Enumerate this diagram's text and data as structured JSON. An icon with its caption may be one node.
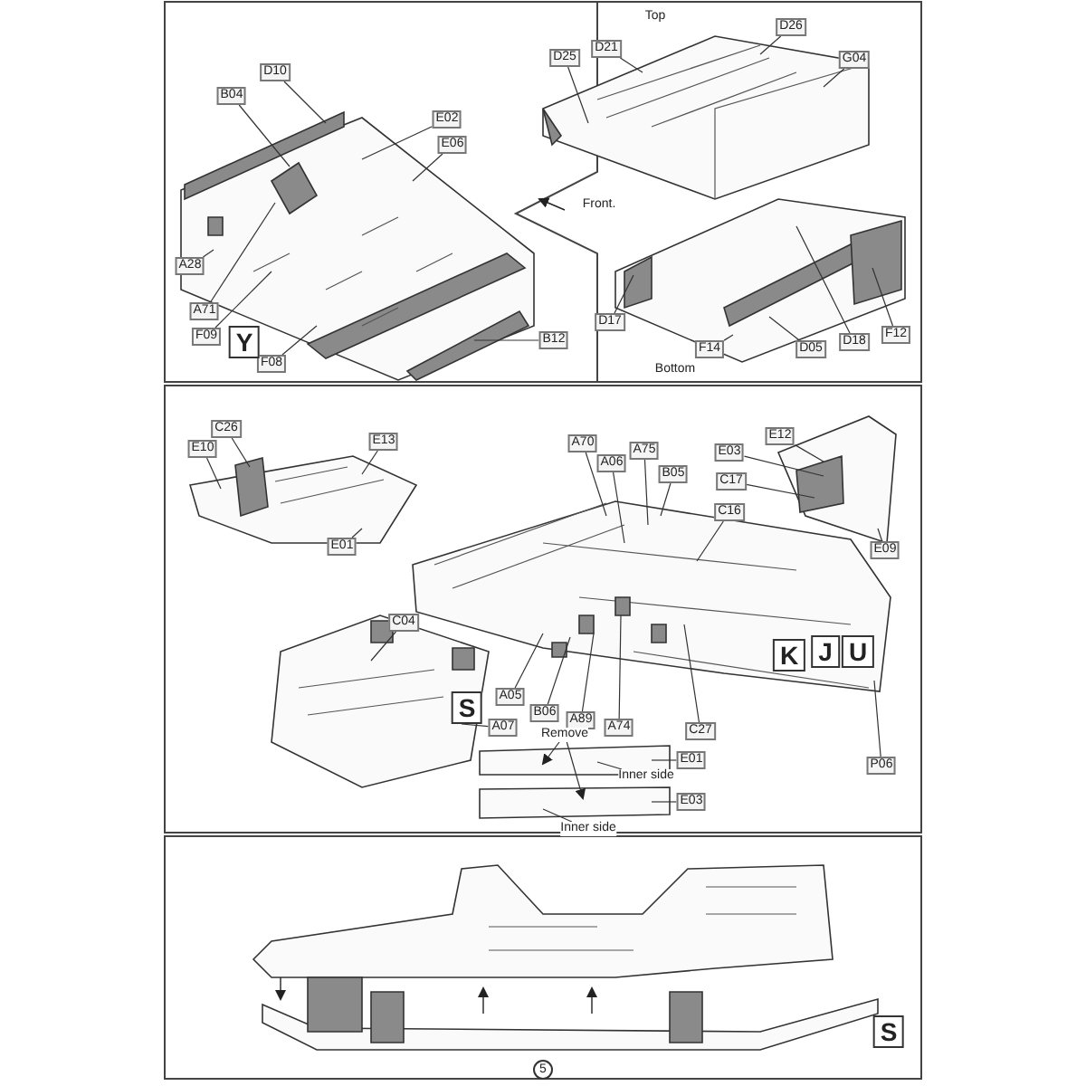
{
  "diagram": {
    "nodes": [
      {
        "text": [
          "D10"
        ]
      },
      {
        "text": [
          "B04"
        ]
      },
      {
        "text": [
          "E02"
        ]
      },
      {
        "text": [
          "E06"
        ]
      },
      {
        "text": [
          "A28"
        ]
      },
      {
        "text": [
          "A71"
        ]
      },
      {
        "text": [
          "F09"
        ]
      },
      {
        "text": [
          "F08"
        ]
      },
      {
        "text": [
          "B12"
        ]
      },
      {
        "text": [
          "D25"
        ]
      },
      {
        "text": [
          "D21"
        ]
      },
      {
        "text": [
          "D26"
        ]
      },
      {
        "text": [
          "G04"
        ]
      },
      {
        "text": [
          "D17"
        ]
      },
      {
        "text": [
          "F14"
        ]
      },
      {
        "text": [
          "D05"
        ]
      },
      {
        "text": [
          "D18"
        ]
      },
      {
        "text": [
          "F12"
        ]
      },
      {
        "text": [
          "C26"
        ]
      },
      {
        "text": [
          "E10"
        ]
      },
      {
        "text": [
          "E13"
        ]
      },
      {
        "text": [
          "E01"
        ]
      },
      {
        "text": [
          "C04"
        ]
      },
      {
        "text": [
          "A70"
        ]
      },
      {
        "text": [
          "A06"
        ]
      },
      {
        "text": [
          "A75"
        ]
      },
      {
        "text": [
          "B05"
        ]
      },
      {
        "text": [
          "E12"
        ]
      },
      {
        "text": [
          "E03"
        ]
      },
      {
        "text": [
          "C17"
        ]
      },
      {
        "text": [
          "C16"
        ]
      },
      {
        "text": [
          "E09"
        ]
      },
      {
        "text": [
          "A05"
        ]
      },
      {
        "text": [
          "B06"
        ]
      },
      {
        "text": [
          "A89"
        ]
      },
      {
        "text": [
          "A74"
        ]
      },
      {
        "text": [
          "C27"
        ]
      },
      {
        "text": [
          "P06"
        ]
      },
      {
        "text": [
          "A07"
        ]
      },
      {
        "text": [
          "Remove"
        ]
      },
      {
        "text": [
          "E01"
        ]
      },
      {
        "text": [
          "Inner side"
        ]
      },
      {
        "text": [
          "E03"
        ]
      },
      {
        "text": [
          "Inner side"
        ]
      },
      {
        "text": [],
        "shape": "picture"
      },
      {
        "text": [],
        "shape": "picture"
      },
      {
        "text": [],
        "shape": "picture"
      },
      {
        "text": [],
        "shape": "picture"
      },
      {
        "text": [],
        "shape": "picture"
      },
      {
        "text": [],
        "shape": "picture"
      },
      {
        "text": [],
        "shape": "picture"
      },
      {
        "text": [],
        "shape": "picture"
      },
      {
        "text": [],
        "shape": "picture"
      }
    ],
    "edges": [
      {
        "from": 0,
        "to": 44,
        "arrow": "none"
      },
      {
        "from": 1,
        "to": 44,
        "arrow": "none"
      },
      {
        "from": 2,
        "to": 44,
        "arrow": "none"
      },
      {
        "from": 3,
        "to": 44,
        "arrow": "none"
      },
      {
        "from": 4,
        "to": 44,
        "arrow": "none"
      },
      {
        "from": 5,
        "to": 44,
        "arrow": "none"
      },
      {
        "from": 6,
        "to": 44,
        "arrow": "none"
      },
      {
        "from": 7,
        "to": 44,
        "arrow": "none"
      },
      {
        "from": 8,
        "to": 44,
        "arrow": "none"
      },
      {
        "from": 9,
        "to": 45,
        "arrow": "none"
      },
      {
        "from": 10,
        "to": 45,
        "arrow": "none"
      },
      {
        "from": 11,
        "to": 45,
        "arrow": "none"
      },
      {
        "from": 12,
        "to": 45,
        "arrow": "none"
      },
      {
        "from": 13,
        "to": 46,
        "arrow": "none"
      },
      {
        "from": 14,
        "to": 46,
        "arrow": "none"
      },
      {
        "from": 15,
        "to": 46,
        "arrow": "none"
      },
      {
        "from": 16,
        "to": 46,
        "arrow": "none"
      },
      {
        "from": 17,
        "to": 46,
        "arrow": "none"
      },
      {
        "from": 18,
        "to": 47,
        "arrow": "none"
      },
      {
        "from": 19,
        "to": 47,
        "arrow": "none"
      },
      {
        "from": 20,
        "to": 47,
        "arrow": "none"
      },
      {
        "from": 21,
        "to": 47,
        "arrow": "none"
      },
      {
        "from": 22,
        "to": 50,
        "arrow": "none"
      },
      {
        "from": 23,
        "to": 48,
        "arrow": "none"
      },
      {
        "from": 24,
        "to": 48,
        "arrow": "none"
      },
      {
        "from": 25,
        "to": 48,
        "arrow": "none"
      },
      {
        "from": 26,
        "to": 48,
        "arrow": "none"
      },
      {
        "from": 27,
        "to": 49,
        "arrow": "none"
      },
      {
        "from": 28,
        "to": 49,
        "arrow": "none"
      },
      {
        "from": 29,
        "to": 49,
        "arrow": "none"
      },
      {
        "from": 30,
        "to": 48,
        "arrow": "none"
      },
      {
        "from": 31,
        "to": 49,
        "arrow": "none"
      },
      {
        "from": 32,
        "to": 48,
        "arrow": "none"
      },
      {
        "from": 33,
        "to": 48,
        "arrow": "none"
      },
      {
        "from": 34,
        "to": 48,
        "arrow": "none"
      },
      {
        "from": 35,
        "to": 48,
        "arrow": "none"
      },
      {
        "from": 36,
        "to": 48,
        "arrow": "none"
      },
      {
        "from": 37,
        "to": 48,
        "arrow": "none"
      },
      {
        "from": 38,
        "to": 50,
        "arrow": "none"
      },
      {
        "from": 39,
        "to": 51,
        "arrow": "to"
      },
      {
        "from": 39,
        "to": 52,
        "arrow": "to"
      },
      {
        "from": 40,
        "to": 51,
        "arrow": "none"
      },
      {
        "from": 41,
        "to": 51,
        "arrow": "none"
      },
      {
        "from": 42,
        "to": 52,
        "arrow": "none"
      },
      {
        "from": 43,
        "to": 52,
        "arrow": "none"
      }
    ],
    "labels": [
      "Y",
      "Top",
      "Front.",
      "Bottom",
      "S",
      "K",
      "J",
      "U",
      "S",
      "5"
    ]
  }
}
